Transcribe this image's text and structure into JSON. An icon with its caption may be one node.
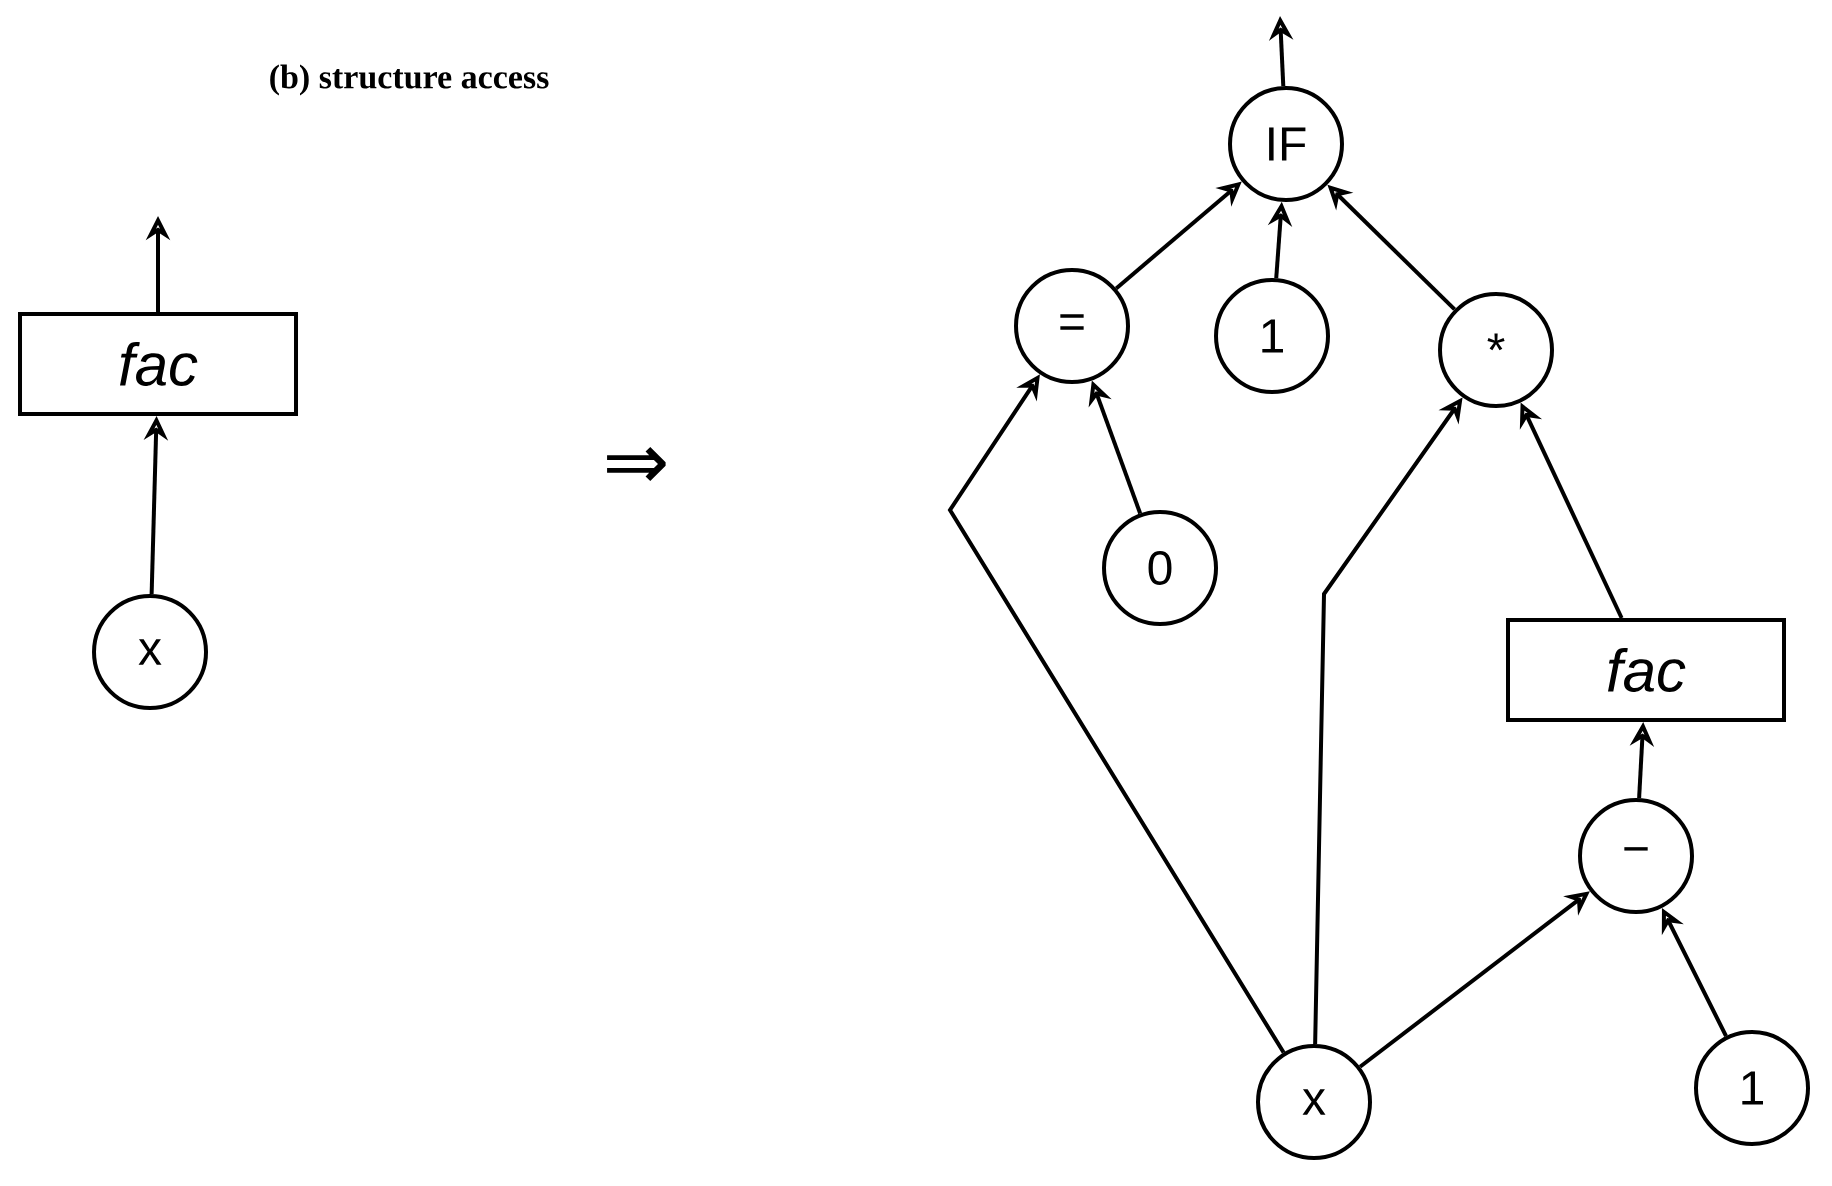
{
  "diagram": {
    "title": "(b) structure access",
    "nodes": [
      {
        "text": [
          "fac"
        ]
      },
      {
        "text": [
          "x"
        ]
      },
      {
        "text": [
          "IF"
        ]
      },
      {
        "text": [
          "="
        ]
      },
      {
        "text": [
          "1"
        ]
      },
      {
        "text": [
          "*"
        ]
      },
      {
        "text": [
          "0"
        ]
      },
      {
        "text": [
          "fac"
        ]
      },
      {
        "text": [
          "−"
        ]
      },
      {
        "text": [
          "1"
        ]
      },
      {
        "text": [
          "x"
        ]
      }
    ],
    "edges": [
      {
        "from": 0,
        "to": null,
        "arrow": "to"
      },
      {
        "from": 1,
        "to": 0,
        "arrow": "to"
      },
      {
        "from": 2,
        "to": null,
        "arrow": "to"
      },
      {
        "from": 3,
        "to": 2,
        "arrow": "to"
      },
      {
        "from": 4,
        "to": 2,
        "arrow": "to"
      },
      {
        "from": 5,
        "to": 2,
        "arrow": "to"
      },
      {
        "from": 10,
        "to": 3,
        "arrow": "to"
      },
      {
        "from": 6,
        "to": 3,
        "arrow": "to"
      },
      {
        "from": 10,
        "to": 5,
        "arrow": "to"
      },
      {
        "from": 7,
        "to": 5,
        "arrow": "to"
      },
      {
        "from": 8,
        "to": 7,
        "arrow": "to"
      },
      {
        "from": 10,
        "to": 8,
        "arrow": "to"
      },
      {
        "from": 9,
        "to": 8,
        "arrow": "to"
      }
    ],
    "labels": [
      "⇒"
    ]
  }
}
